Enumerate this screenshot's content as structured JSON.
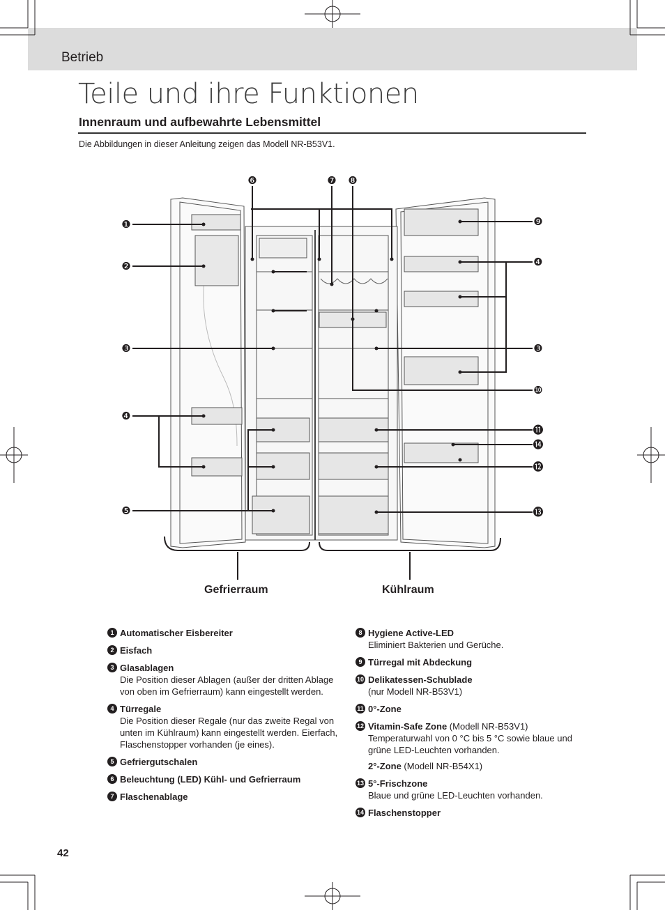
{
  "header": {
    "section": "Betrieb"
  },
  "title": "Teile und ihre Funktionen",
  "subheading": "Innenraum und aufbewahrte Lebensmittel",
  "intro": "Die Abbildungen in dieser Anleitung zeigen das Modell NR-B53V1.",
  "figure": {
    "callouts": [
      "❶",
      "❷",
      "❸",
      "❹",
      "❺",
      "❻",
      "❼",
      "❽",
      "❾",
      "❹",
      "❸",
      "❿",
      "⓫",
      "⓮",
      "⓬",
      "⓭"
    ],
    "freezer_label": "Gefrierraum",
    "fridge_label": "Kühlraum"
  },
  "legend": {
    "left": [
      {
        "num": "1",
        "title": "Automatischer Eisbereiter",
        "desc": ""
      },
      {
        "num": "2",
        "title": "Eisfach",
        "desc": ""
      },
      {
        "num": "3",
        "title": "Glasablagen",
        "desc": "Die Position dieser Ablagen (außer der dritten Ablage von oben im Gefrierraum) kann eingestellt werden."
      },
      {
        "num": "4",
        "title": "Türregale",
        "desc": "Die Position dieser Regale (nur das zweite Regal von unten im Kühlraum) kann eingestellt werden. Eierfach, Flaschenstopper vorhanden (je eines)."
      },
      {
        "num": "5",
        "title": "Gefriergutschalen",
        "desc": ""
      },
      {
        "num": "6",
        "title": "Beleuchtung (LED) Kühl- und Gefrierraum",
        "desc": ""
      },
      {
        "num": "7",
        "title": "Flaschenablage",
        "desc": ""
      }
    ],
    "right": [
      {
        "num": "8",
        "title": "Hygiene Active-LED",
        "desc": "Eliminiert Bakterien und Gerüche."
      },
      {
        "num": "9",
        "title": "Türregal mit Abdeckung",
        "desc": ""
      },
      {
        "num": "10",
        "title": "Delikatessen-Schublade",
        "desc": "(nur Modell NR-B53V1)"
      },
      {
        "num": "11",
        "title": "0°-Zone",
        "desc": ""
      },
      {
        "num": "12",
        "title": "Vitamin-Safe Zone",
        "title_suffix": " (Modell NR-B53V1)",
        "desc": "Temperaturwahl von 0 °C bis 5 °C sowie blaue und grüne LED-Leuchten vorhanden.",
        "extra_title": "2°-Zone",
        "extra_suffix": " (Modell NR-B54X1)"
      },
      {
        "num": "13",
        "title": "5°-Frischzone",
        "desc": "Blaue und grüne LED-Leuchten vorhanden."
      },
      {
        "num": "14",
        "title": "Flaschenstopper",
        "desc": ""
      }
    ]
  },
  "page_number": "42"
}
